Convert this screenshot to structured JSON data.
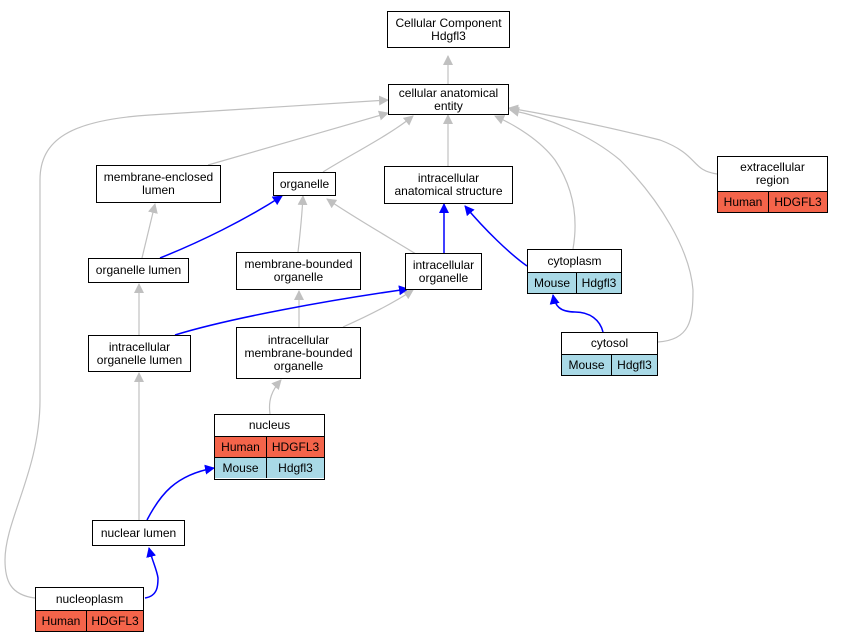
{
  "colors": {
    "is_a_edge": "#c0c0c0",
    "annotated_edge": "#0000ff",
    "human": "#f4644a",
    "mouse": "#a9d9e6"
  },
  "nodes": {
    "root": {
      "line1": "Cellular Component",
      "line2": "Hdgfl3"
    },
    "cellular_anatomical_entity": {
      "line1": "cellular anatomical",
      "line2": "entity"
    },
    "membrane_enclosed_lumen": {
      "line1": "membrane-enclosed",
      "line2": "lumen"
    },
    "organelle": {
      "label": "organelle"
    },
    "intracellular_anatomical_structure": {
      "line1": "intracellular",
      "line2": "anatomical structure"
    },
    "extracellular_region": {
      "line1": "extracellular",
      "line2": "region",
      "annotations": [
        {
          "species": "Human",
          "gene": "HDGFL3"
        }
      ]
    },
    "organelle_lumen": {
      "label": "organelle lumen"
    },
    "membrane_bounded_organelle": {
      "line1": "membrane-bounded",
      "line2": "organelle"
    },
    "intracellular_organelle": {
      "line1": "intracellular",
      "line2": "organelle"
    },
    "cytoplasm": {
      "label": "cytoplasm",
      "annotations": [
        {
          "species": "Mouse",
          "gene": "Hdgfl3"
        }
      ]
    },
    "intracellular_organelle_lumen": {
      "line1": "intracellular",
      "line2": "organelle lumen"
    },
    "intracellular_membrane_bounded_organelle": {
      "line1": "intracellular",
      "line2": "membrane-bounded",
      "line3": "organelle"
    },
    "cytosol": {
      "label": "cytosol",
      "annotations": [
        {
          "species": "Mouse",
          "gene": "Hdgfl3"
        }
      ]
    },
    "nucleus": {
      "label": "nucleus",
      "annotations": [
        {
          "species": "Human",
          "gene": "HDGFL3"
        },
        {
          "species": "Mouse",
          "gene": "Hdgfl3"
        }
      ]
    },
    "nuclear_lumen": {
      "label": "nuclear lumen"
    },
    "nucleoplasm": {
      "label": "nucleoplasm",
      "annotations": [
        {
          "species": "Human",
          "gene": "HDGFL3"
        }
      ]
    }
  }
}
